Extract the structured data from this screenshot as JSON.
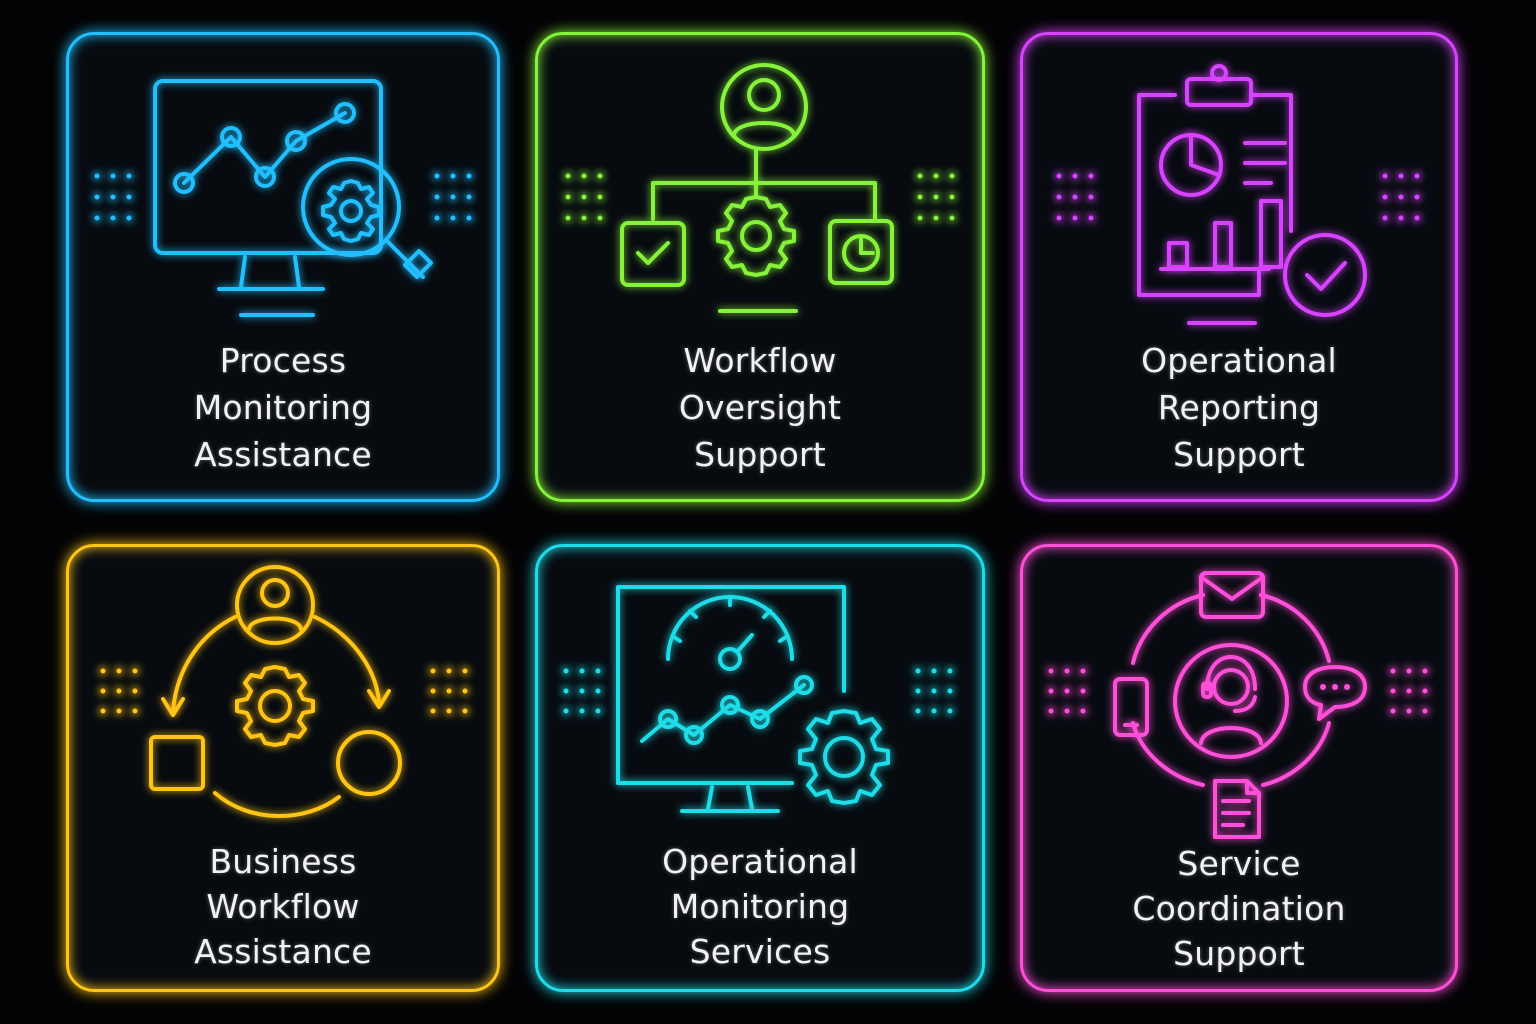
{
  "cards": [
    {
      "id": "process-monitoring",
      "lines": [
        "Process",
        "Monitoring",
        "Assistance"
      ],
      "color": "#22bfff",
      "icon": "monitor-chart-magnifier-gear-icon"
    },
    {
      "id": "workflow-oversight",
      "lines": [
        "Workflow",
        "Oversight",
        "Support"
      ],
      "color": "#86f23a",
      "icon": "user-gear-workflow-icon"
    },
    {
      "id": "operational-reporting",
      "lines": [
        "Operational",
        "Reporting",
        "Support"
      ],
      "color": "#d843ff",
      "icon": "clipboard-report-check-icon"
    },
    {
      "id": "business-workflow",
      "lines": [
        "Business",
        "Workflow",
        "Assistance"
      ],
      "color": "#ffc414",
      "icon": "user-gear-cycle-icon"
    },
    {
      "id": "operational-monitoring",
      "lines": [
        "Operational",
        "Monitoring",
        "Services"
      ],
      "color": "#1fdde8",
      "icon": "monitor-gauge-gear-icon"
    },
    {
      "id": "service-coordination",
      "lines": [
        "Service",
        "Coordination",
        "Support"
      ],
      "color": "#ff4fd8",
      "icon": "support-agent-hub-icon"
    }
  ]
}
